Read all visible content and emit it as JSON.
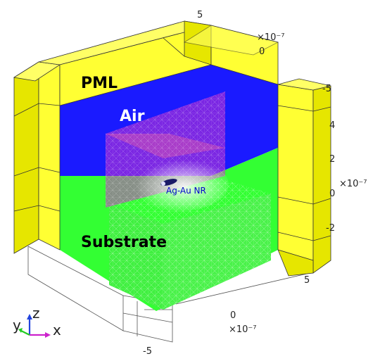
{
  "regions": {
    "pml": "PML",
    "air": "Air",
    "substrate": "Substrate",
    "particle": "Ag-Au NR"
  },
  "axes": {
    "top_tick_max": "5",
    "top_scale": "×10⁻⁷",
    "top_tick_zero": "0",
    "top_tick_min": "-5",
    "right_ticks": [
      "4",
      "2",
      "0",
      "-2"
    ],
    "right_scale": "×10⁻⁷",
    "bottom_tick_max": "5",
    "bottom_tick_zero": "0",
    "bottom_scale": "×10⁻⁷",
    "bottom_tick_min": "-5"
  },
  "triad": {
    "x": "x",
    "y": "y",
    "z": "z"
  },
  "colors": {
    "pml": "#ffff33",
    "air": "#1a1aff",
    "substrate": "#33ff33",
    "highlight_plane": "#cc33cc",
    "triad_x": "#cc22cc",
    "triad_y": "#22cc22",
    "triad_z": "#2244dd"
  }
}
